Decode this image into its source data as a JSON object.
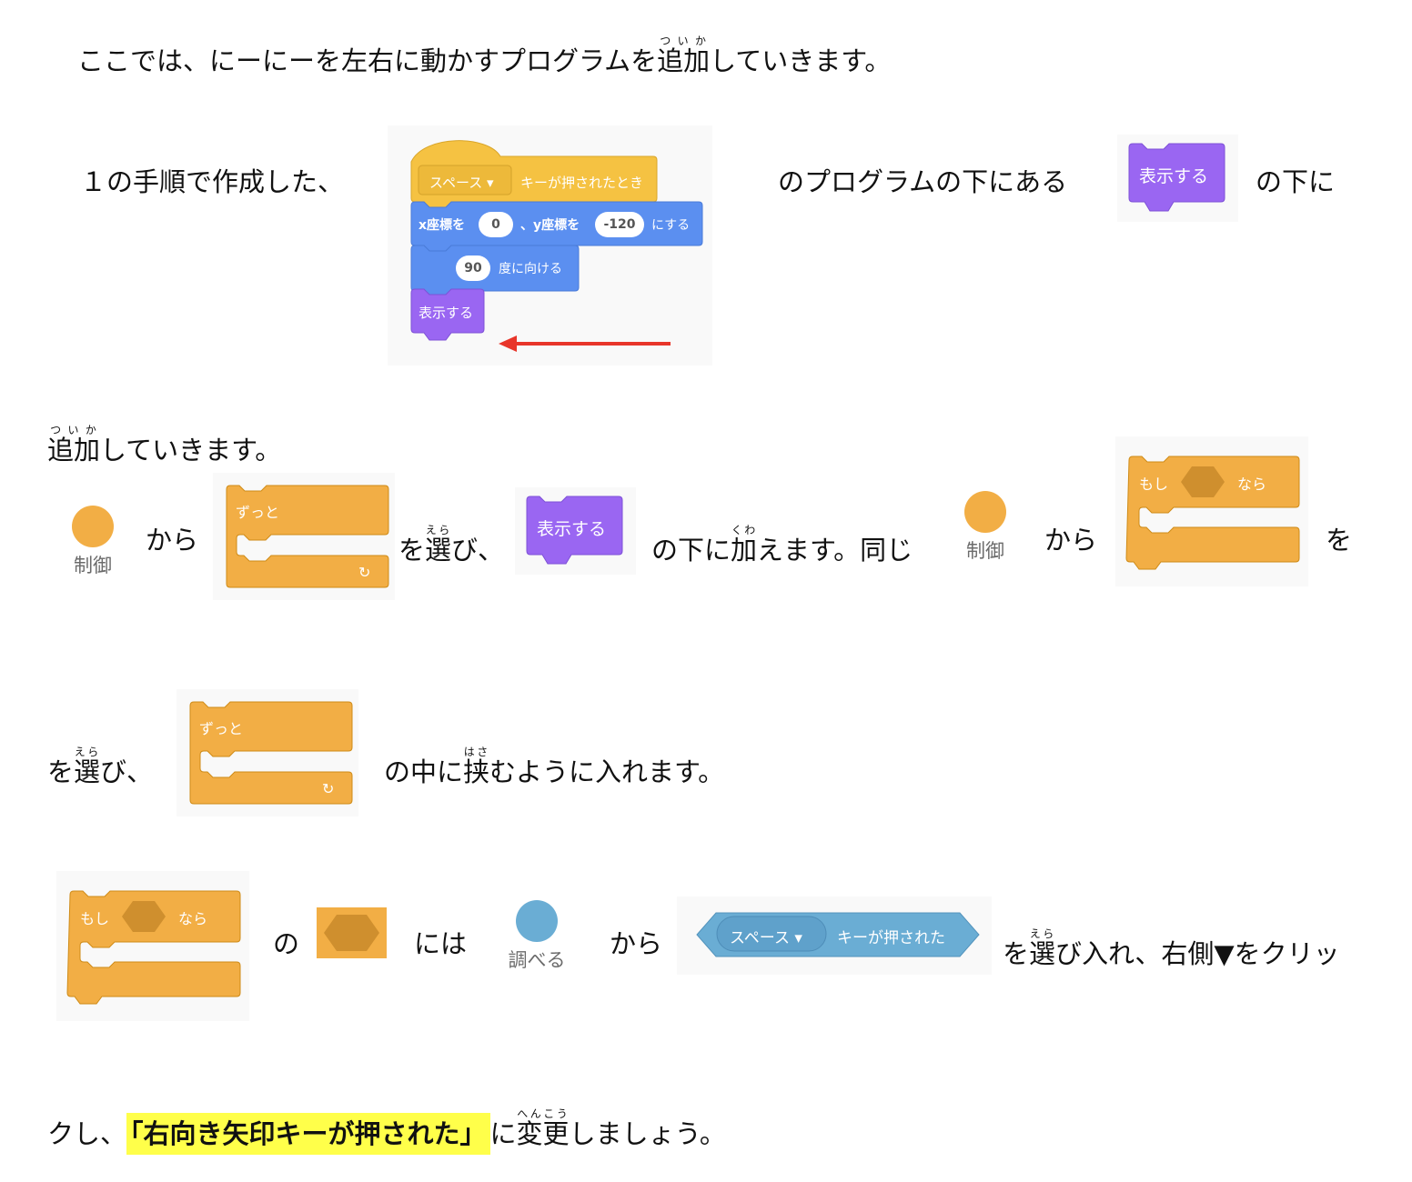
{
  "colors": {
    "control": "#F2AE45",
    "events": "#F5C242",
    "motion": "#5B8FF0",
    "looks": "#9A66F2",
    "sensing": "#6AADD4",
    "highlight": "#FFFF4A",
    "arrow": "#E8352A"
  },
  "line1": {
    "pre": "ここでは、にーにーを左右に動かすプログラムを",
    "ruby_base": "追加",
    "ruby_text": "ついか",
    "post": "していきます。"
  },
  "row2": {
    "text1": "１の手順で作成した、",
    "text2": "のプログラムの下にある",
    "text3": "の下に"
  },
  "script": {
    "key": "スペース",
    "hat_label": "キーが押されたとき",
    "goto_x_label": "x座標を",
    "x": "0",
    "goto_y_label": "、y座標を",
    "y": "-120",
    "goto_suffix": "にする",
    "direction": "90",
    "direction_label": "度に向ける",
    "show": "表示する"
  },
  "show_block": "表示する",
  "line3": {
    "ruby_base": "追加",
    "ruby_text": "ついか",
    "post": "していきます。"
  },
  "row3": {
    "control_label": "制御",
    "from": "から",
    "forever": "ずっと",
    "wo": "を",
    "erabi_base": "選",
    "erabi_ruby": "えら",
    "erabi_post": "び、",
    "show": "表示する",
    "t1": "の下に",
    "kuwa_base": "加",
    "kuwa_ruby": "くわ",
    "t2": "えます。同じ",
    "control_label2": "制御",
    "from2": "から",
    "if_label": "もし",
    "then_label": "なら",
    "wo2": "を"
  },
  "row4": {
    "wo": "を",
    "erabi_base": "選",
    "erabi_ruby": "えら",
    "erabi_post": "び、",
    "forever": "ずっと",
    "t1": "の中に",
    "hasa_base": "挟",
    "hasa_ruby": "はさ",
    "t2": "むように入れます。"
  },
  "row5": {
    "if_label": "もし",
    "then_label": "なら",
    "no": "の",
    "niwa": "には",
    "sensing_label": "調べる",
    "from": "から",
    "key": "スペース",
    "key_label": "キーが押された",
    "wo": "を",
    "erabi_base": "選",
    "erabi_ruby": "えら",
    "post": "び入れ、右側▼をクリッ"
  },
  "row6": {
    "pre": "クし、",
    "highlight": "「右向き矢印キーが押された」",
    "ni": "に",
    "henkou_base": "変更",
    "henkou_ruby": "へんこう",
    "post": "しましょう。"
  }
}
